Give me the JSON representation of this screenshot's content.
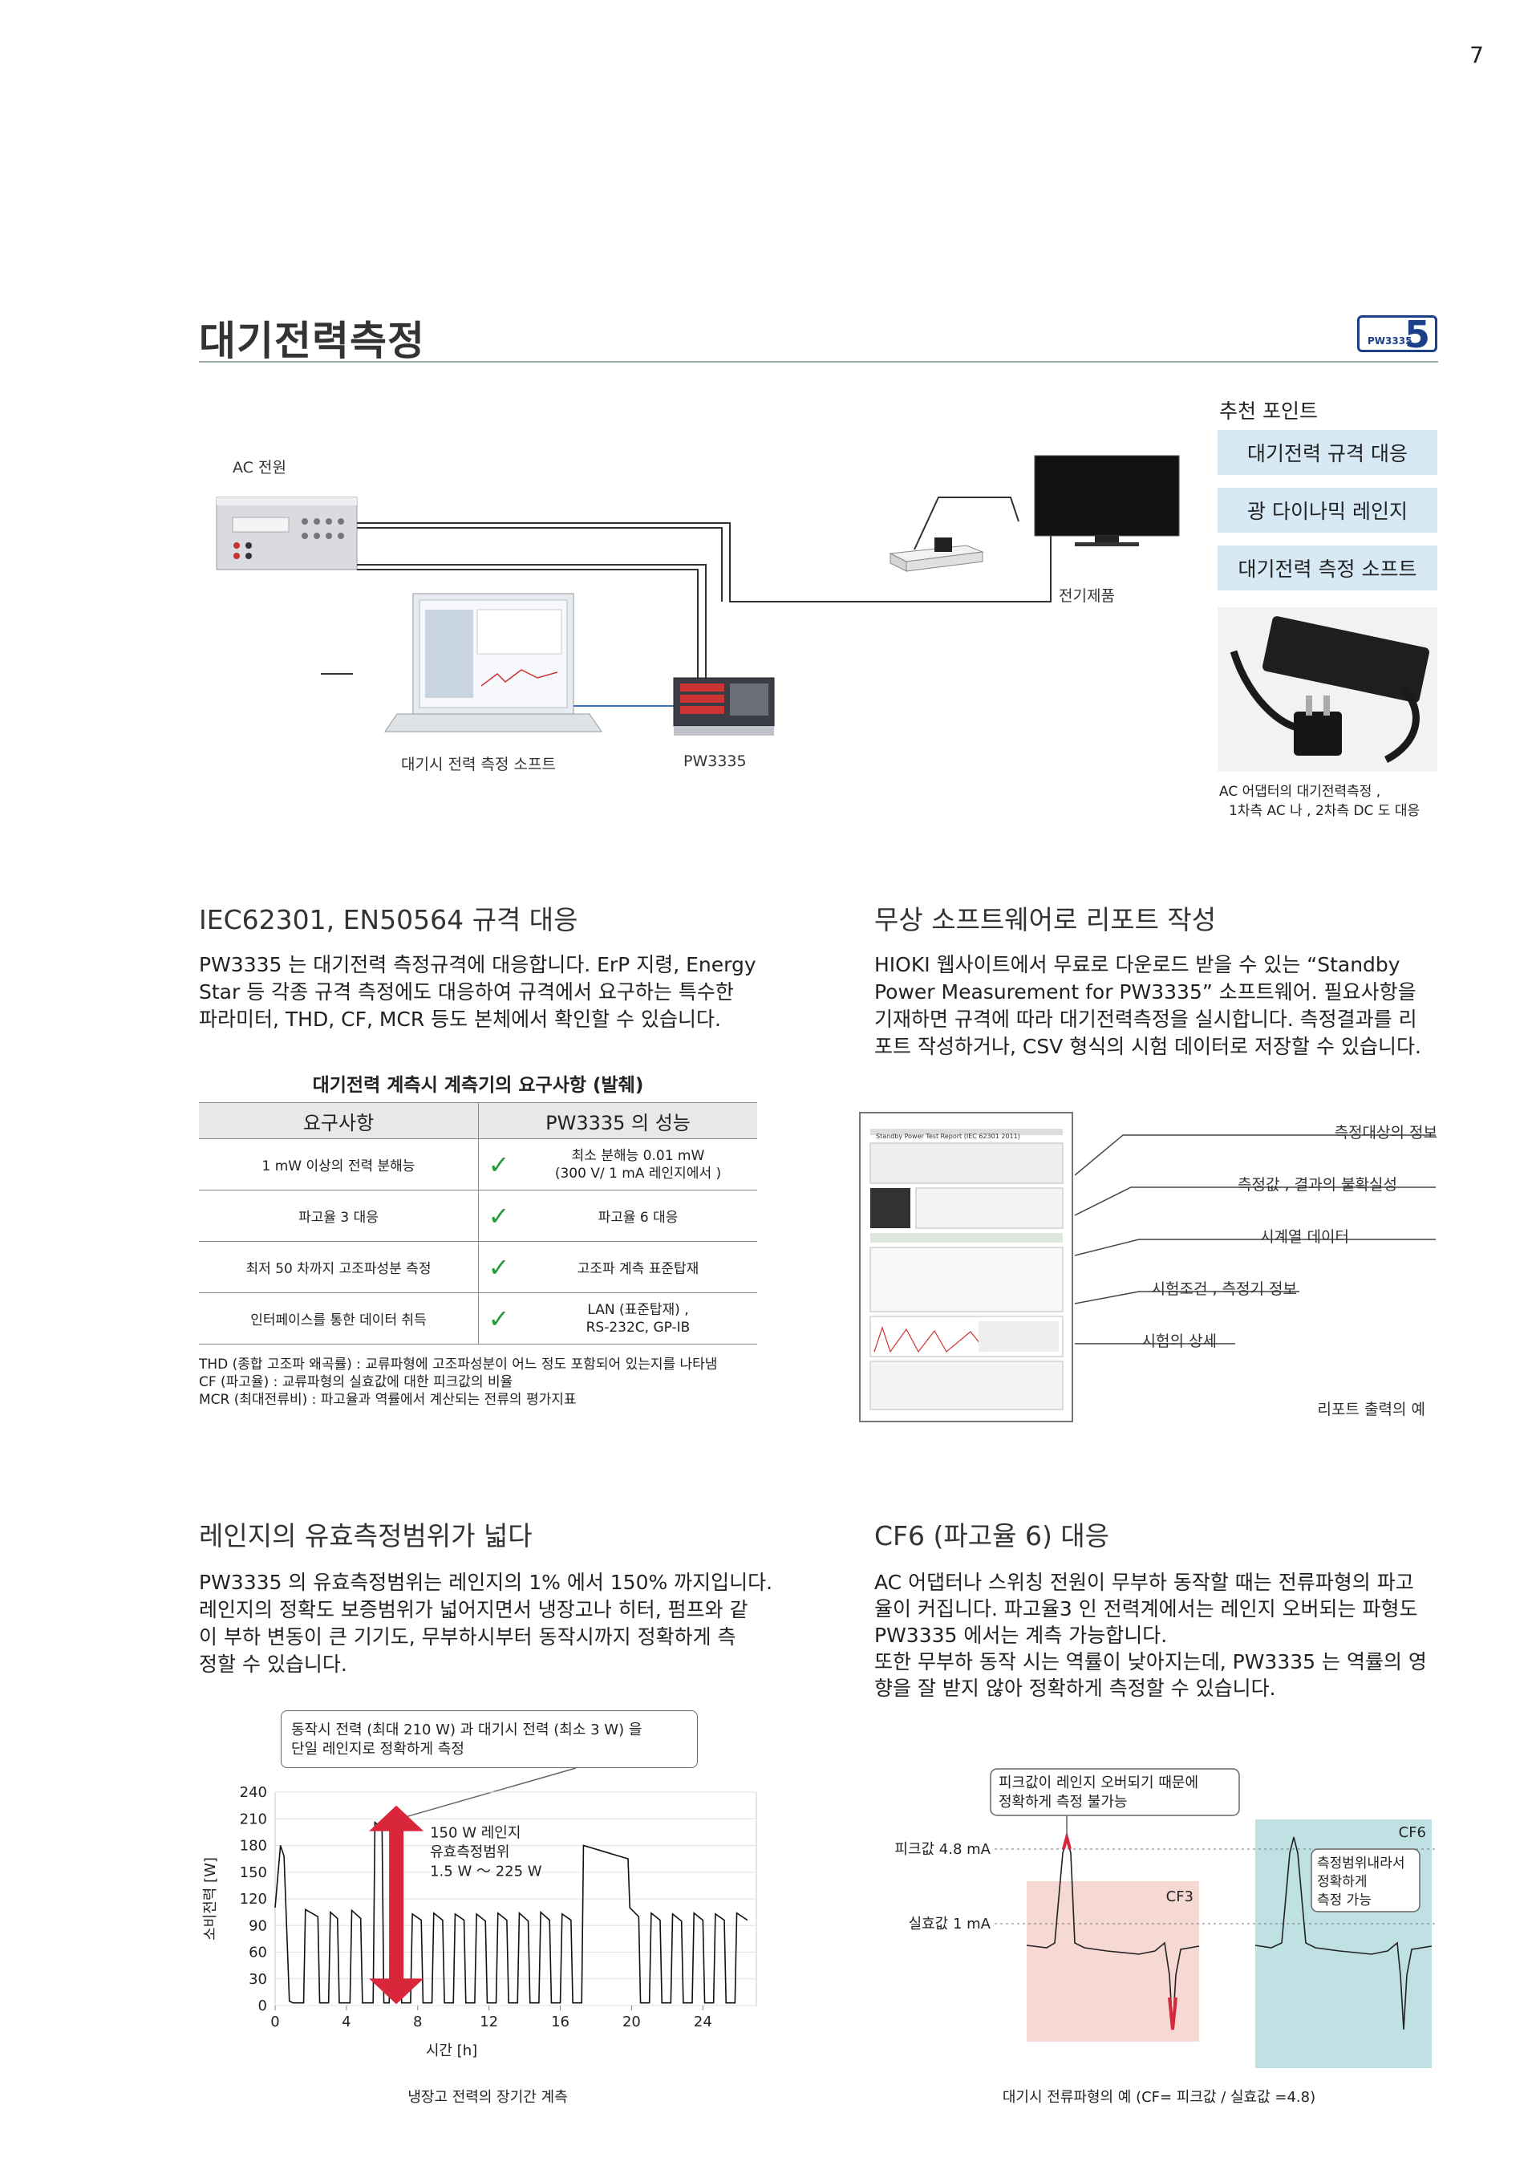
{
  "page_number": "7",
  "section_title": "대기전력측정",
  "badge": {
    "model": "PW3335",
    "number": "5"
  },
  "diagram": {
    "ac_power_label": "AC 전원",
    "device_label": "전기제품",
    "software_label": "대기시 전력 측정 소프트",
    "meter_label": "PW3335",
    "adapter_caption_line1": "AC 어댑터의 대기전력측정 ,",
    "adapter_caption_line2": "1차측 AC 나 , 2차측 DC 도 대응"
  },
  "recommend": {
    "title": "추천 포인트",
    "items": [
      "대기전력 규격 대응",
      "광 다이나믹 레인지",
      "대기전력 측정 소프트"
    ]
  },
  "iec": {
    "heading": "IEC62301, EN50564 규격 대응",
    "lines": [
      "PW3335 는 대기전력 측정규격에 대응합니다. ErP 지령, Energy",
      "Star 등 각종 규격 측정에도 대응하여 규격에서 요구하는 특수한",
      "파라미터, THD, CF, MCR 등도 본체에서 확인할 수 있습니다."
    ],
    "table_title": "대기전력 계측시 계측기의 요구사항 (발췌)",
    "col_req": "요구사항",
    "col_perf": "PW3335 의 성능",
    "rows": [
      {
        "req": "1 mW 이상의 전력 분해능",
        "perf1": "최소 분해능  0.01 mW",
        "perf2": "(300 V/ 1 mA 레인지에서 )"
      },
      {
        "req": "파고율 3 대응",
        "perf1": "파고율 6 대응",
        "perf2": ""
      },
      {
        "req": "최저 50 차까지 고조파성분 측정",
        "perf1": "고조파 계측 표준탑재",
        "perf2": ""
      },
      {
        "req": "인터페이스를 통한 데이터 취득",
        "perf1": "LAN (표준탑재) ,",
        "perf2": "RS-232C, GP-IB"
      }
    ],
    "check_mark": "✓",
    "notes": [
      "THD (종합 고조파 왜곡률) : 교류파형에 고조파성분이 어느 정도 포함되어 있는지를 나타냄",
      "CF (파고율) : 교류파형의 실효값에 대한 피크값의 비율",
      "MCR (최대전류비) : 파고율과 역률에서 계산되는 전류의 평가지표"
    ]
  },
  "software": {
    "heading": "무상 소프트웨어로 리포트 작성",
    "lines": [
      "HIOKI 웹사이트에서 무료로 다운로드 받을 수 있는 “Standby",
      "Power Measurement for PW3335” 소프트웨어. 필요사항을",
      "기재하면 규격에 따라 대기전력측정을 실시합니다. 측정결과를 리",
      "포트 작성하거나, CSV 형식의 시험 데이터로 저장할 수 있습니다."
    ],
    "report_title": "Standby Power Test Report (IEC 62301 2011)",
    "callouts": [
      "측정대상의 정보",
      "측정값 , 결과의 불확실성",
      "시계열 데이터",
      "시험조건 , 측정기 정보",
      "시험의 상세"
    ],
    "caption": "리포트 출력의 예"
  },
  "range": {
    "heading": "레인지의 유효측정범위가 넓다",
    "lines": [
      "PW3335 의 유효측정범위는 레인지의 1% 에서 150% 까지입니다.",
      "레인지의 정확도 보증범위가 넓어지면서 냉장고나 히터, 펌프와 같",
      "이 부하 변동이 큰 기기도, 무부하시부터 동작시까지 정확하게 측",
      "정할 수 있습니다."
    ],
    "callout_line1": "동작시 전력 (최대 210 W) 과 대기시 전력 (최소 3 W) 을",
    "callout_line2": "단일 레인지로 정확하게 측정",
    "arrow_line1": "150 W 레인지",
    "arrow_line2": "유효측정범위",
    "arrow_line3": "1.5 W ～ 225 W",
    "caption": "냉장고 전력의 장기간 계측"
  },
  "cf6": {
    "heading": "CF6 (파고율 6) 대응",
    "lines": [
      "AC 어댑터나 스위칭 전원이 무부하 동작할 때는 전류파형의 파고",
      "율이 커집니다. 파고율3 인 전력계에서는 레인지 오버되는 파형도",
      "PW3335 에서는 계측 가능합니다.",
      "또한 무부하 동작 시는 역률이 낮아지는데, PW3335 는 역률의 영",
      "향을 잘 받지 않아 정확하게 측정할 수 있습니다."
    ],
    "callout_line1": "피크값이 레인지 오버되기 때문에",
    "callout_line2": "정확하게 측정 불가능",
    "peak_label": "피크값 4.8 mA",
    "rms_label": "실효값 1 mA",
    "cf3_label": "CF3",
    "cf6_label": "CF6",
    "ok_line1": "측정범위내라서",
    "ok_line2": "정확하게",
    "ok_line3": "측정 가능",
    "caption": "대기시 전류파형의 예 (CF= 피크값 / 실효값 =4.8)"
  },
  "chart_data": {
    "type": "line",
    "title": "",
    "xlabel": "시간 [h]",
    "ylabel": "소비전력 [W]",
    "xlim": [
      0,
      27
    ],
    "ylim": [
      0,
      240
    ],
    "xticks": [
      0,
      4,
      8,
      12,
      16,
      20,
      24
    ],
    "yticks": [
      0,
      30,
      60,
      90,
      120,
      150,
      180,
      210,
      240
    ],
    "series": [
      {
        "values_desc": "periodic compressor cycling between ~3 W and ~110 W with defrost peaks near 180-210 W",
        "x": [
          0,
          0.3,
          0.5,
          0.8,
          1.0,
          1.6,
          1.7,
          2.4,
          2.5,
          3.0,
          3.1,
          3.5,
          3.6,
          4.2,
          4.3,
          4.8,
          4.9,
          5.5,
          5.6,
          6.0,
          6.1,
          6.4,
          6.5,
          7.0,
          7.1,
          7.6,
          7.7,
          8.2,
          8.3,
          8.8,
          8.9,
          9.4,
          9.5,
          10.0,
          10.1,
          10.6,
          10.7,
          11.2,
          11.3,
          11.8,
          11.9,
          12.4,
          12.5,
          13.0,
          13.1,
          13.6,
          13.7,
          14.2,
          14.3,
          14.8,
          14.9,
          15.4,
          15.5,
          16.0,
          16.1,
          16.6,
          16.7,
          17.2,
          17.3,
          19.8,
          19.9,
          20.4,
          20.5,
          21.0,
          21.1,
          21.6,
          21.7,
          22.2,
          22.3,
          22.8,
          22.9,
          23.4,
          23.5,
          24.0,
          24.1,
          24.6,
          24.7,
          25.2,
          25.3,
          25.8,
          25.9,
          26.5
        ],
        "y": [
          110,
          180,
          168,
          5,
          3,
          3,
          108,
          100,
          3,
          3,
          105,
          98,
          3,
          3,
          107,
          98,
          3,
          3,
          206,
          200,
          3,
          3,
          104,
          97,
          3,
          3,
          103,
          96,
          3,
          3,
          104,
          96,
          3,
          3,
          103,
          96,
          3,
          3,
          103,
          95,
          3,
          3,
          104,
          96,
          3,
          3,
          104,
          95,
          3,
          3,
          105,
          96,
          3,
          3,
          103,
          96,
          3,
          3,
          180,
          165,
          110,
          100,
          3,
          3,
          104,
          96,
          3,
          3,
          103,
          95,
          3,
          3,
          104,
          96,
          3,
          3,
          103,
          96,
          3,
          3,
          104,
          96
        ]
      }
    ]
  }
}
